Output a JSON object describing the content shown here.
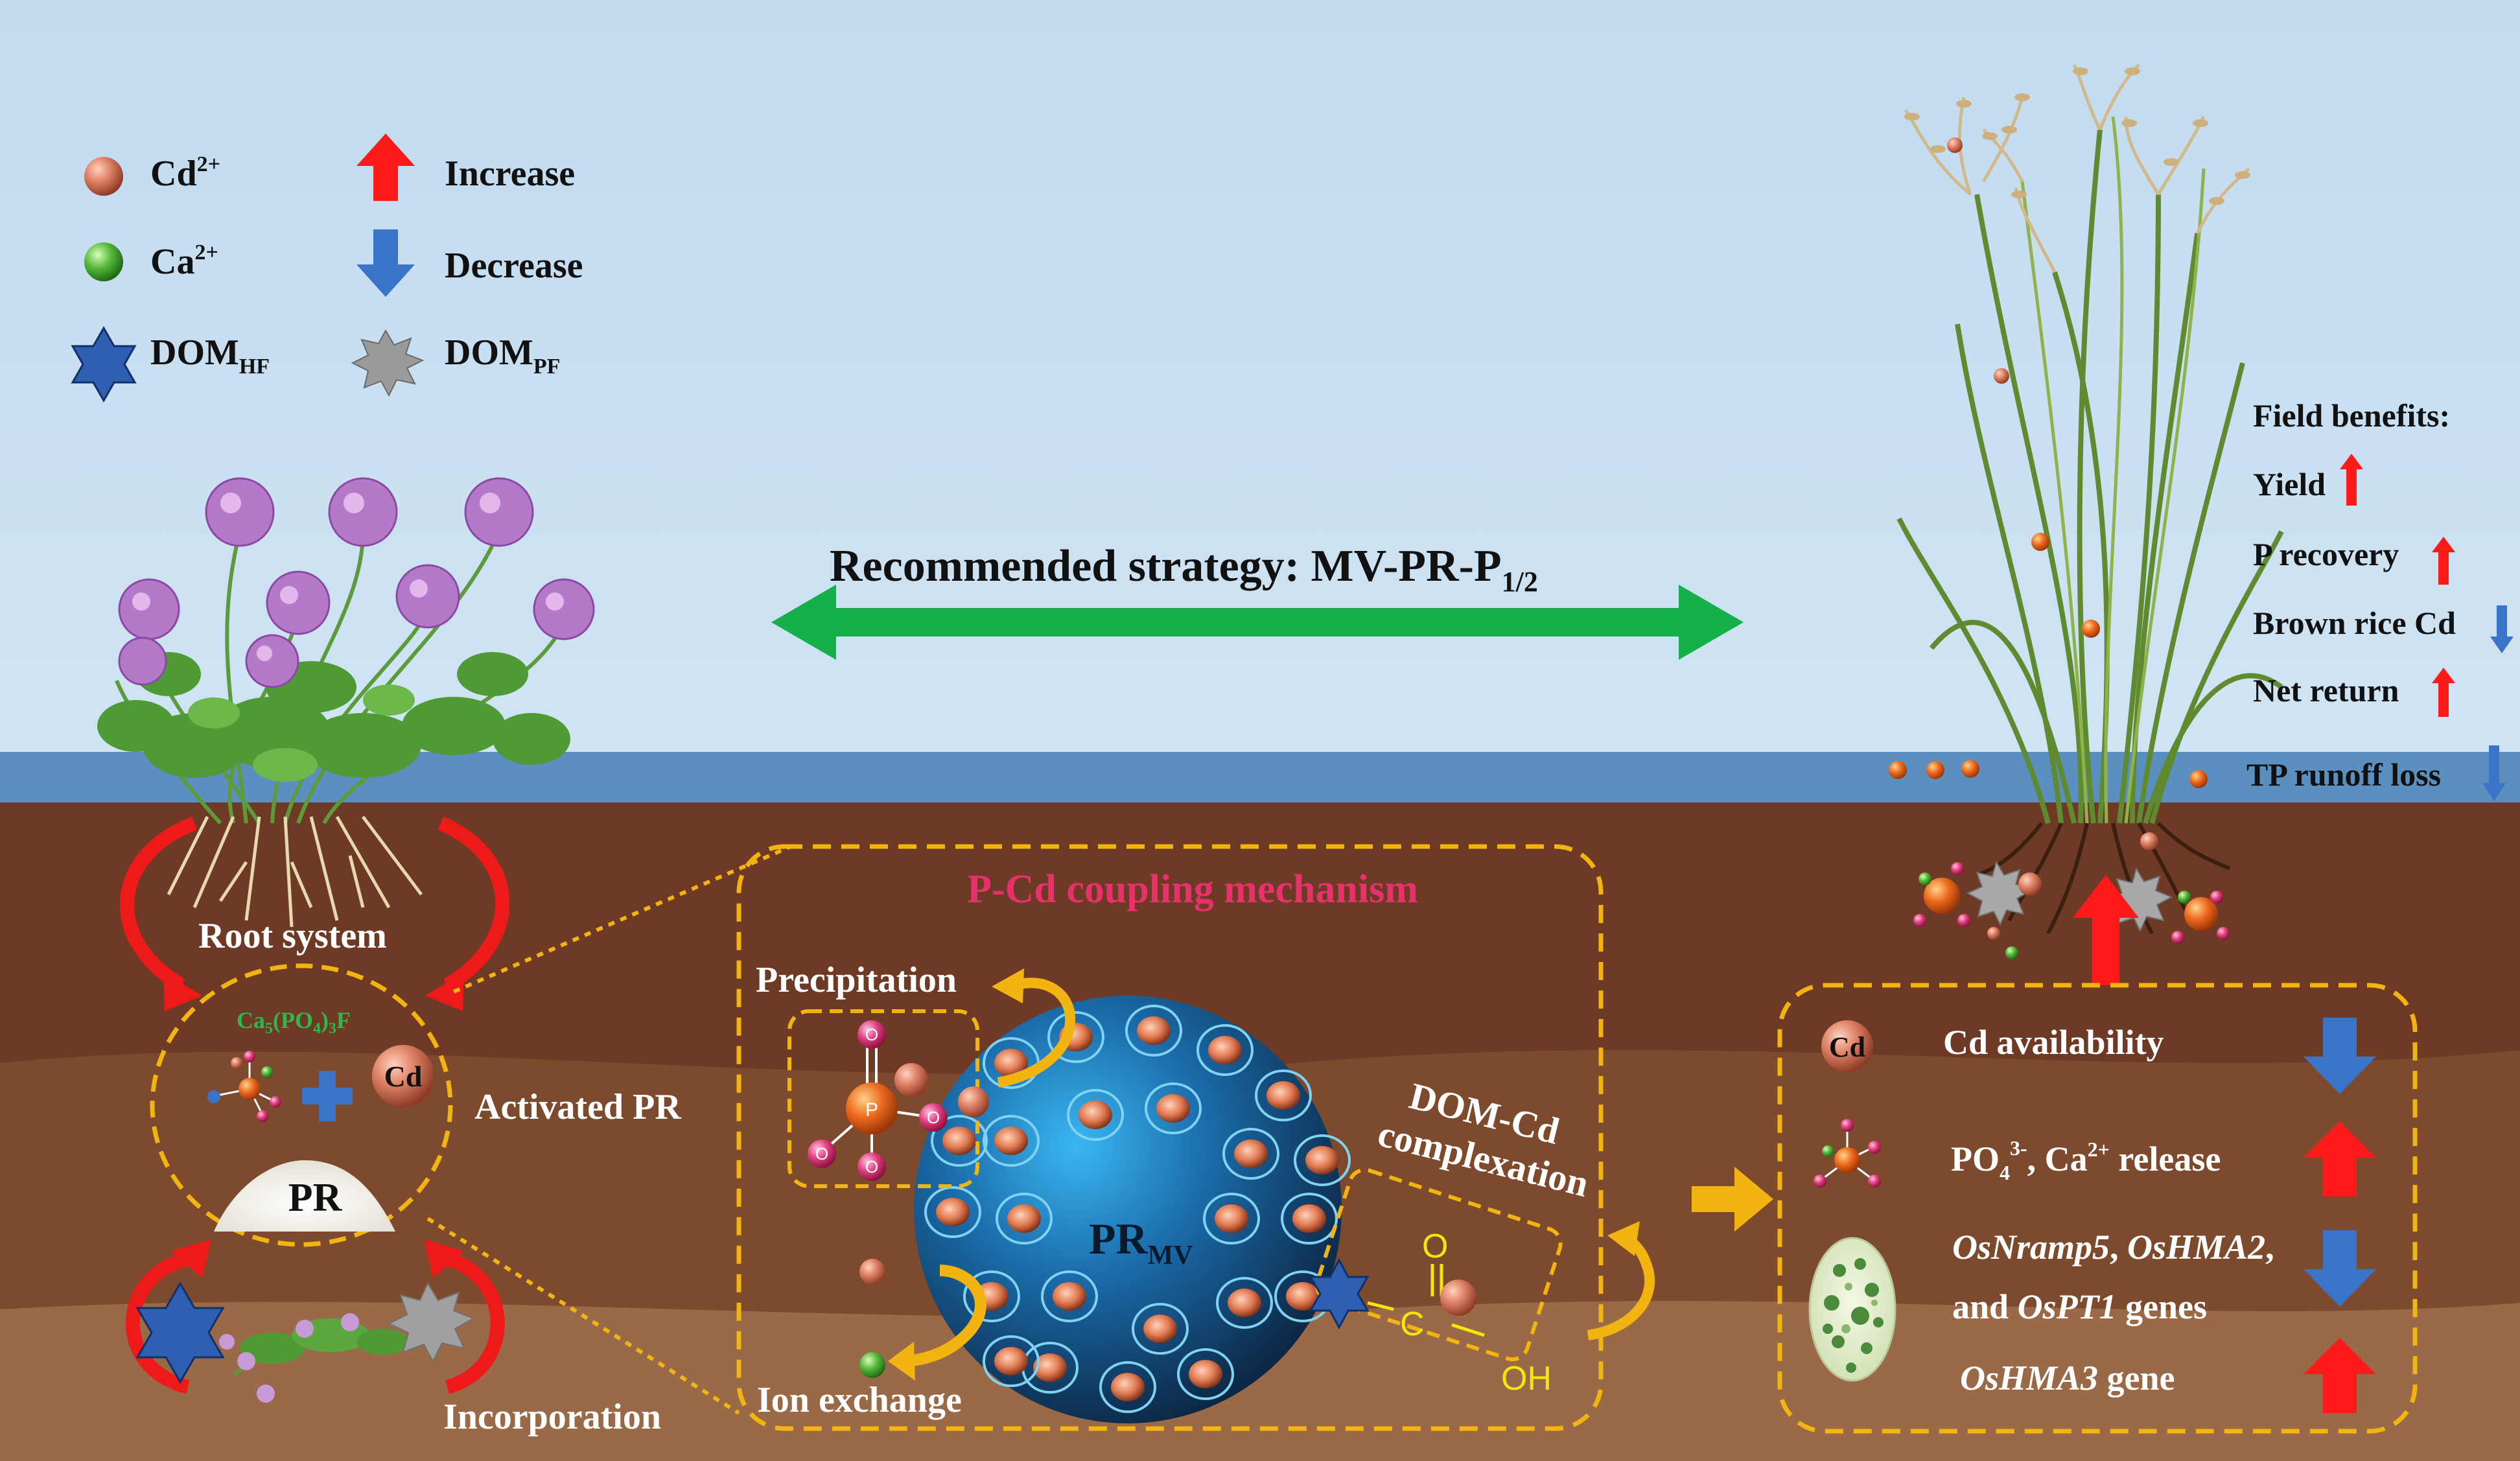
{
  "legend": {
    "cd": "Cd",
    "cd_charge": "2+",
    "ca": "Ca",
    "ca_charge": "2+",
    "dom_hf": "DOM",
    "dom_hf_sub": "HF",
    "dom_pf": "DOM",
    "dom_pf_sub": "PF",
    "increase": "Increase",
    "decrease": "Decrease"
  },
  "strategy": {
    "label": "Recommended strategy: MV-PR-P",
    "subscript": "1/2"
  },
  "field_benefits": {
    "title": "Field benefits:",
    "items": [
      {
        "label": "Yield",
        "trend": "increase"
      },
      {
        "label": "P recovery",
        "trend": "increase"
      },
      {
        "label": "Brown rice Cd",
        "trend": "decrease"
      },
      {
        "label": "Net return",
        "trend": "increase"
      },
      {
        "label": "TP runoff loss",
        "trend": "decrease"
      }
    ]
  },
  "left_panel": {
    "root_system": "Root system",
    "formula_main": "Ca",
    "formula_5": "5",
    "formula_po": "(PO",
    "formula_4": "4",
    "formula_end": ")",
    "formula_3": "3",
    "formula_f": "F",
    "cd_ball": "Cd",
    "pr": "PR",
    "activated_pr": "Activated PR",
    "incorporation": "Incorporation"
  },
  "mechanism": {
    "title": "P-Cd coupling mechanism",
    "precipitation": "Precipitation",
    "ion_exchange": "Ion exchange",
    "sphere_main": "PR",
    "sphere_sub": "MV",
    "dom_cd_line1": "DOM-Cd",
    "dom_cd_line2": "complexation",
    "atom_o": "O",
    "atom_c": "C",
    "atom_oh": "OH",
    "atom_p": "P"
  },
  "effects": {
    "cd_ball": "Cd",
    "cd_availability": "Cd availability",
    "release_po": "PO",
    "release_sub": "4",
    "release_sup": "3-",
    "release_rest": ", Ca",
    "release_sup2": "2+",
    "release_end": " release",
    "gene_1a": "OsNramp5",
    "gene_1b": ", ",
    "gene_1c": "OsHMA2",
    "gene_1d": ",",
    "gene_2a": "and ",
    "gene_2b": "OsPT1",
    "gene_2c": " genes",
    "gene_3a": "OsHMA3",
    "gene_3b": " gene"
  },
  "colors": {
    "sky": "#c4dcef",
    "water": "#5b8fc0",
    "soil_top": "#6e3a26",
    "soil_mid": "#7e4a2e",
    "soil_bottom": "#9a6a48",
    "dashed_box": "#f2b410",
    "increase_arrow": "#ff1a1a",
    "decrease_arrow": "#3a74c8",
    "strategy_arrow": "#15b04a",
    "mechanism_title": "#e8306a"
  },
  "icons": [
    "cd-ion-icon",
    "ca-ion-icon",
    "star-icon",
    "burst-icon",
    "phosphate-molecule-icon",
    "rice-plant-icon",
    "milk-vetch-plant-icon",
    "cell-icon"
  ]
}
